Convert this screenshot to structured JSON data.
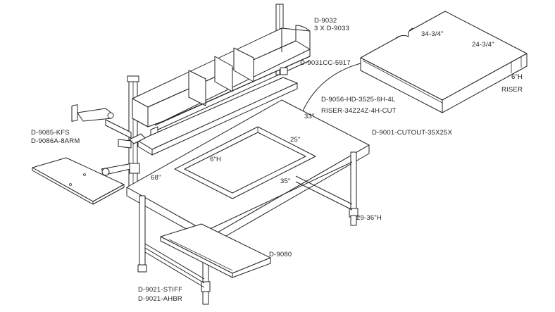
{
  "labels": {
    "shelf_part": "D-9032",
    "shelf_dividers": "3 X D-9033",
    "shelf_bracket": "D-9031CC-5917",
    "riser_width": "34-3/4\"",
    "riser_depth": "24-3/4\"",
    "riser_height": "6\"H",
    "riser_title": "RISER",
    "riser_part": "D-9056-HD-3525-6H-4L",
    "riser_spec": "RISER-34Z24Z-4H-CUT",
    "dim_33": "33\"",
    "dim_25": "25\"",
    "table_top": "D-9001-CUTOUT-35X25X",
    "cutout_depth": "6\"H",
    "dim_68": "68\"",
    "dim_35": "35\"",
    "keyboard_tray": "D-9085-KFS",
    "monitor_arm": "D-9086A-8ARM",
    "table_height": "29-36\"H",
    "drawer": "D-9080",
    "stiffener": "D-9021-STIFF",
    "brace": "D-9021-AHBR"
  },
  "colors": {
    "line": "#222222",
    "background": "#ffffff"
  }
}
